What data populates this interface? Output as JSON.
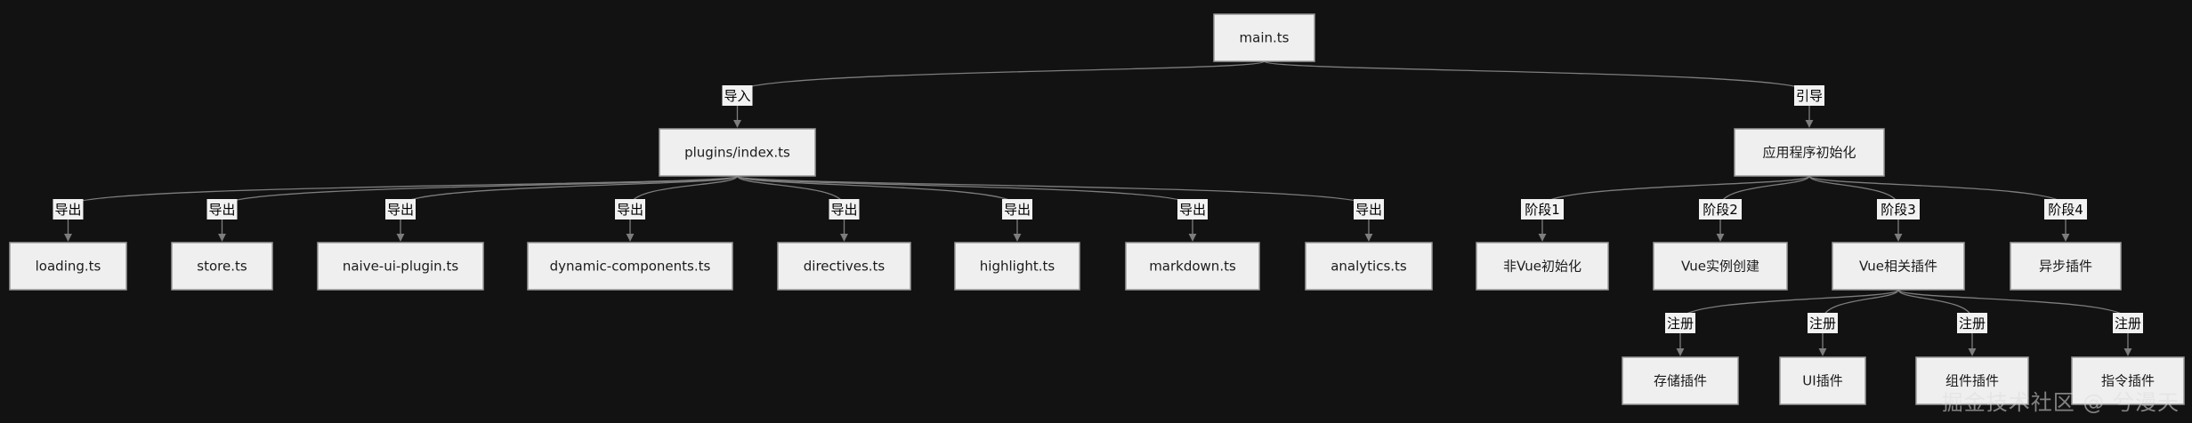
{
  "nodes": {
    "main": "main.ts",
    "plugins_index": "plugins/index.ts",
    "loading": "loading.ts",
    "store": "store.ts",
    "naive_ui": "naive-ui-plugin.ts",
    "dynamic_components": "dynamic-components.ts",
    "directives": "directives.ts",
    "highlight": "highlight.ts",
    "markdown": "markdown.ts",
    "analytics": "analytics.ts",
    "app_init": "应用程序初始化",
    "non_vue_init": "非Vue初始化",
    "vue_instance": "Vue实例创建",
    "vue_plugins": "Vue相关插件",
    "async_plugins": "异步插件",
    "storage_plugin": "存储插件",
    "ui_plugin": "UI插件",
    "component_plugin": "组件插件",
    "directive_plugin": "指令插件"
  },
  "edge_labels": {
    "import": "导入",
    "bootstrap": "引导",
    "export": "导出",
    "stage1": "阶段1",
    "stage2": "阶段2",
    "stage3": "阶段3",
    "stage4": "阶段4",
    "register": "注册"
  },
  "edges": [
    {
      "from": "main",
      "to": "plugins_index",
      "label": "import"
    },
    {
      "from": "main",
      "to": "app_init",
      "label": "bootstrap"
    },
    {
      "from": "plugins_index",
      "to": "loading",
      "label": "export"
    },
    {
      "from": "plugins_index",
      "to": "store",
      "label": "export"
    },
    {
      "from": "plugins_index",
      "to": "naive_ui",
      "label": "export"
    },
    {
      "from": "plugins_index",
      "to": "dynamic_components",
      "label": "export"
    },
    {
      "from": "plugins_index",
      "to": "directives",
      "label": "export"
    },
    {
      "from": "plugins_index",
      "to": "highlight",
      "label": "export"
    },
    {
      "from": "plugins_index",
      "to": "markdown",
      "label": "export"
    },
    {
      "from": "plugins_index",
      "to": "analytics",
      "label": "export"
    },
    {
      "from": "app_init",
      "to": "non_vue_init",
      "label": "stage1"
    },
    {
      "from": "app_init",
      "to": "vue_instance",
      "label": "stage2"
    },
    {
      "from": "app_init",
      "to": "vue_plugins",
      "label": "stage3"
    },
    {
      "from": "app_init",
      "to": "async_plugins",
      "label": "stage4"
    },
    {
      "from": "vue_plugins",
      "to": "storage_plugin",
      "label": "register"
    },
    {
      "from": "vue_plugins",
      "to": "ui_plugin",
      "label": "register"
    },
    {
      "from": "vue_plugins",
      "to": "component_plugin",
      "label": "register"
    },
    {
      "from": "vue_plugins",
      "to": "directive_plugin",
      "label": "register"
    }
  ],
  "watermark": "掘金技术社区 @ 兮漫天",
  "colors": {
    "background": "#121212",
    "node_fill": "#efefef",
    "node_stroke": "#9a9a9a",
    "edge": "#7d7d7d"
  }
}
